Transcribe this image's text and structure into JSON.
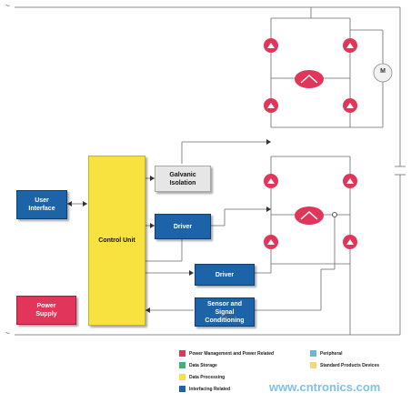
{
  "blocks": {
    "user_interface": "User\nInterface",
    "control_unit": "Control Unit",
    "galvanic_isolation": "Galvanic\nIsolation",
    "driver_top": "Driver",
    "driver_bottom": "Driver",
    "sensor": "Sensor and\nSignal\nConditioning",
    "power_supply": "Power\nSupply"
  },
  "motor_label": "M",
  "rail_symbol": "~",
  "legend": [
    {
      "label": "Power Management and Power Related",
      "color": "#e2355a"
    },
    {
      "label": "Peripheral",
      "color": "#6ab6dc"
    },
    {
      "label": "Data Storage",
      "color": "#3fb27c"
    },
    {
      "label": "Standard Products Devices",
      "color": "#f7d77a"
    },
    {
      "label": "Data Processing",
      "color": "#f7e240"
    },
    {
      "label": "Interfacing Related",
      "color": "#1c63a8"
    }
  ],
  "watermark": "www.cntronics.com"
}
